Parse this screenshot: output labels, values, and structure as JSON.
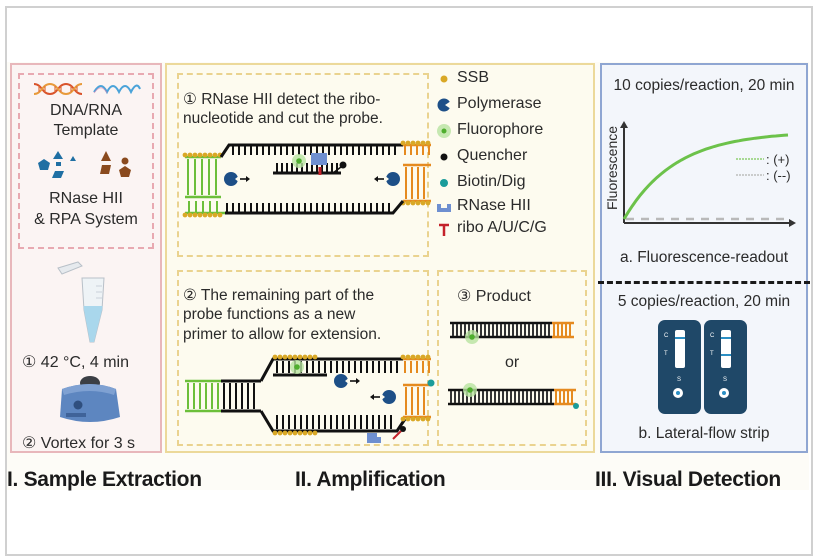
{
  "sections": {
    "extraction": {
      "title": "I. Sample Extraction",
      "template_label_line1": "DNA/RNA",
      "template_label_line2": "Template",
      "system_label_line1": "RNase HII",
      "system_label_line2": "& RPA System",
      "step1": "① 42 °C, 4 min",
      "step2": "② Vortex for 3 s"
    },
    "amplification": {
      "title": "II. Amplification",
      "step1_line1": "① RNase HII detect the ribo-",
      "step1_line2": "nucleotide and cut the probe.",
      "step2_line1": "② The remaining part of the",
      "step2_line2": "probe functions as a new",
      "step2_line3": "primer to allow for extension.",
      "step3_label": "③ Product",
      "or_label": "or",
      "legend": [
        {
          "icon": "ssb-dot-icon",
          "label": "SSB",
          "color": "#d9a826"
        },
        {
          "icon": "polymerase-icon",
          "label": "Polymerase",
          "color": "#1d4f87"
        },
        {
          "icon": "fluorophore-icon",
          "label": "Fluorophore",
          "color": "#6fc04a"
        },
        {
          "icon": "quencher-icon",
          "label": "Quencher",
          "color": "#111111"
        },
        {
          "icon": "biotin-dig-icon",
          "label": "Biotin/Dig",
          "color": "#1a9c9a"
        },
        {
          "icon": "rnase-hii-icon",
          "label": "RNase HII",
          "color": "#6e8fd0"
        },
        {
          "icon": "ribonucleotide-icon",
          "label": "ribo A/U/C/G",
          "color": "#c4222a"
        }
      ]
    },
    "detection": {
      "title": "III. Visual Detection",
      "fluor_condition": "10 copies/reaction, 20 min",
      "fluor_caption": "a. Fluorescence-readout",
      "strip_condition": "5 copies/reaction, 20 min",
      "strip_caption": "b. Lateral-flow strip",
      "strip_labels": {
        "control": "C",
        "test": "T",
        "sample": "S"
      }
    }
  },
  "chart_data": {
    "type": "line",
    "title": "10 copies/reaction, 20 min",
    "xlabel": "",
    "ylabel": "Fluorescence",
    "series": [
      {
        "name": "(+)",
        "style": "solid",
        "color": "#6cc24a",
        "shape": "saturating rise from baseline to plateau"
      },
      {
        "name": "(--)",
        "style": "dashed",
        "color": "#b9b9b9",
        "shape": "flat baseline"
      }
    ],
    "legend": [
      "(+)",
      "(--)"
    ],
    "legend_position": "right",
    "grid": false
  },
  "colors": {
    "extraction_border": "#e8b7bb",
    "amplification_border": "#ecd99a",
    "detection_border": "#8fa6d2",
    "strip_body": "#1f4868",
    "strip_line": "#2b8fc4"
  }
}
